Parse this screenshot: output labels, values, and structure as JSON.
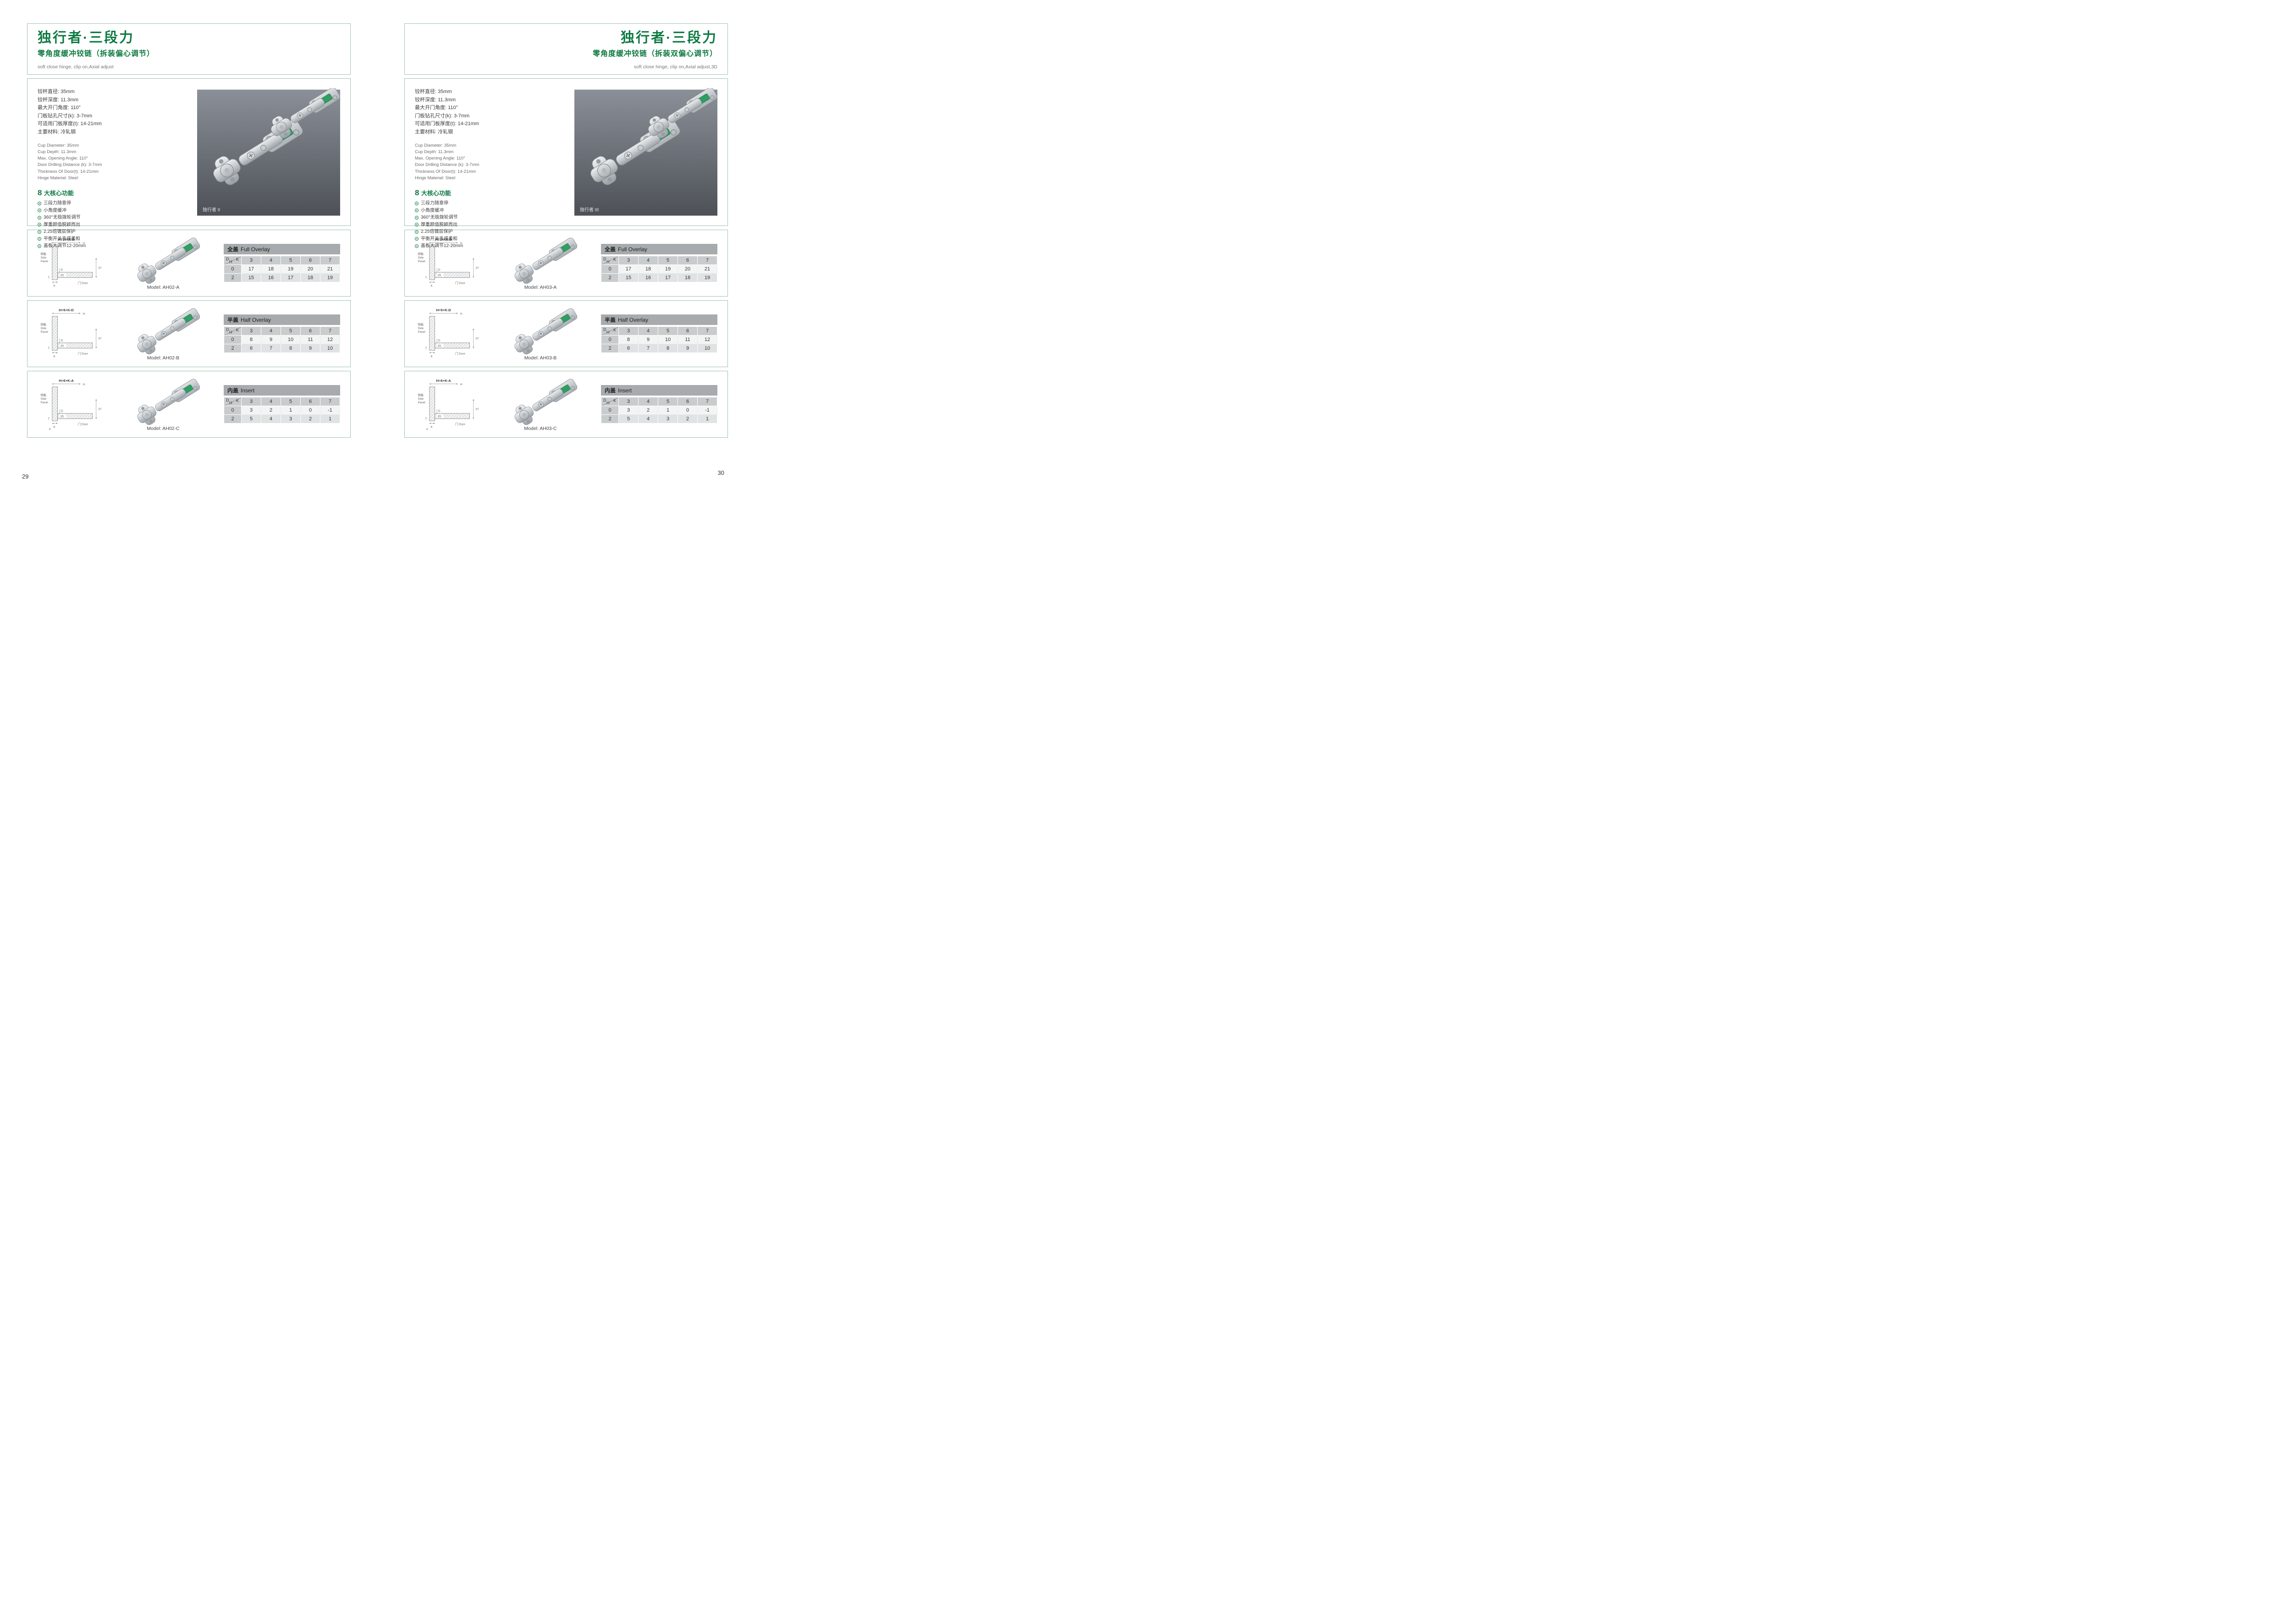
{
  "colors": {
    "brand_green": "#0e7a43",
    "damper_green": "#2f9e62",
    "table_header_gray": "#c9cccd",
    "photo_background": "#5a5e64"
  },
  "diagram_labels": {
    "h": "H",
    "side_cn": "侧板",
    "side_en1": "Side",
    "side_en2": "Panel",
    "door": "门 Door",
    "dim37": "37",
    "dim35": "35",
    "k": "K",
    "d": "D",
    "one": "1"
  },
  "table_corner": {
    "d": "D",
    "h": "H",
    "k": "K"
  },
  "pages": [
    {
      "page_number": "29",
      "title": "独行者·三段力",
      "subtitle": "零角度缓冲铰链（拆装偏心调节）",
      "subtitle_en": "soft close hinge, clip on,Axial adjust",
      "specs_cn": [
        "铰杯直径: 35mm",
        "铰杯深度: 11.3mm",
        "最大开门角度: 110°",
        "门板钻孔尺寸(k): 3-7mm",
        "可适用门板厚度(t): 14-21mm",
        "主要材料: 冷轧钢"
      ],
      "specs_en": [
        "Cup Diameter: 35mm",
        "Cup Depth: 11.3mm",
        "Max. Opening Angle: 110°",
        "Door Drilling Distance (k): 3-7mm",
        "Thickness Of Door(t): 14-21mm",
        "Hinge Material: Steel"
      ],
      "features_num": "8",
      "features_title": "大核心功能",
      "features": [
        "三段力随意停",
        "小角度缓冲",
        "360°无极拨轮调节",
        "厚重颜值脱颖而出",
        "2.25倍镀层保护",
        "平衡开关手感柔和",
        "盖板大调节12-20mm"
      ],
      "image_label": "独行者 II",
      "models": [
        {
          "name": "Model: AH02-A",
          "formula": "H=14+K-D",
          "extra_dim": "",
          "table": {
            "title_cn": "全盖",
            "title_en": "Full Overlay",
            "k_values": [
              "3",
              "4",
              "5",
              "6",
              "7"
            ],
            "rows": [
              {
                "d": "0",
                "values": [
                  "17",
                  "18",
                  "19",
                  "20",
                  "21"
                ]
              },
              {
                "d": "2",
                "values": [
                  "15",
                  "16",
                  "17",
                  "18",
                  "19"
                ]
              }
            ]
          }
        },
        {
          "name": "Model: AH02-B",
          "formula": "H=5+K-D",
          "extra_dim": "",
          "table": {
            "title_cn": "半盖",
            "title_en": "Half Overlay",
            "k_values": [
              "3",
              "4",
              "5",
              "6",
              "7"
            ],
            "rows": [
              {
                "d": "0",
                "values": [
                  "8",
                  "9",
                  "10",
                  "11",
                  "12"
                ]
              },
              {
                "d": "2",
                "values": [
                  "6",
                  "7",
                  "8",
                  "9",
                  "10"
                ]
              }
            ]
          }
        },
        {
          "name": "Model: AH02-C",
          "formula": "H=6+K-A",
          "extra_dim": "A",
          "table": {
            "title_cn": "内盖",
            "title_en": "Insert",
            "k_values": [
              "3",
              "4",
              "5",
              "6",
              "7"
            ],
            "rows": [
              {
                "d": "0",
                "values": [
                  "3",
                  "2",
                  "1",
                  "0",
                  "-1"
                ]
              },
              {
                "d": "2",
                "values": [
                  "5",
                  "4",
                  "3",
                  "2",
                  "1"
                ]
              }
            ]
          }
        }
      ]
    },
    {
      "page_number": "30",
      "title": "独行者·三段力",
      "subtitle": "零角度缓冲铰链（拆装双偏心调节）",
      "subtitle_en": "soft close hinge, clip on,Axial adjust,3D",
      "specs_cn": [
        "铰杯直径: 35mm",
        "铰杯深度: 11.3mm",
        "最大开门角度: 110°",
        "门板钻孔尺寸(k): 3-7mm",
        "可适用门板厚度(t): 14-21mm",
        "主要材料: 冷轧钢"
      ],
      "specs_en": [
        "Cup Diameter: 35mm",
        "Cup Depth: 11.3mm",
        "Max. Opening Angle: 110°",
        "Door Drilling Distance (k): 3-7mm",
        "Thickness Of Door(t): 14-21mm",
        "Hinge Material: Steel"
      ],
      "features_num": "8",
      "features_title": "大核心功能",
      "features": [
        "三段力随意停",
        "小角度缓冲",
        "360°无极拨轮调节",
        "厚重颜值脱颖而出",
        "2.25倍镀层保护",
        "平衡开关手感柔和",
        "盖板大调节12-20mm"
      ],
      "image_label": "独行者 III",
      "models": [
        {
          "name": "Model: AH03-A",
          "formula": "H=14+K-D",
          "extra_dim": "",
          "table": {
            "title_cn": "全盖",
            "title_en": "Full Overlay",
            "k_values": [
              "3",
              "4",
              "5",
              "6",
              "7"
            ],
            "rows": [
              {
                "d": "0",
                "values": [
                  "17",
                  "18",
                  "19",
                  "20",
                  "21"
                ]
              },
              {
                "d": "2",
                "values": [
                  "15",
                  "16",
                  "17",
                  "18",
                  "19"
                ]
              }
            ]
          }
        },
        {
          "name": "Model: AH03-B",
          "formula": "H=5+K-D",
          "extra_dim": "",
          "table": {
            "title_cn": "半盖",
            "title_en": "Half Overlay",
            "k_values": [
              "3",
              "4",
              "5",
              "6",
              "7"
            ],
            "rows": [
              {
                "d": "0",
                "values": [
                  "8",
                  "9",
                  "10",
                  "11",
                  "12"
                ]
              },
              {
                "d": "2",
                "values": [
                  "6",
                  "7",
                  "8",
                  "9",
                  "10"
                ]
              }
            ]
          }
        },
        {
          "name": "Model: AH03-C",
          "formula": "H=6+K-A",
          "extra_dim": "A",
          "table": {
            "title_cn": "内盖",
            "title_en": "Insert",
            "k_values": [
              "3",
              "4",
              "5",
              "6",
              "7"
            ],
            "rows": [
              {
                "d": "0",
                "values": [
                  "3",
                  "2",
                  "1",
                  "0",
                  "-1"
                ]
              },
              {
                "d": "2",
                "values": [
                  "5",
                  "4",
                  "3",
                  "2",
                  "1"
                ]
              }
            ]
          }
        }
      ]
    }
  ]
}
